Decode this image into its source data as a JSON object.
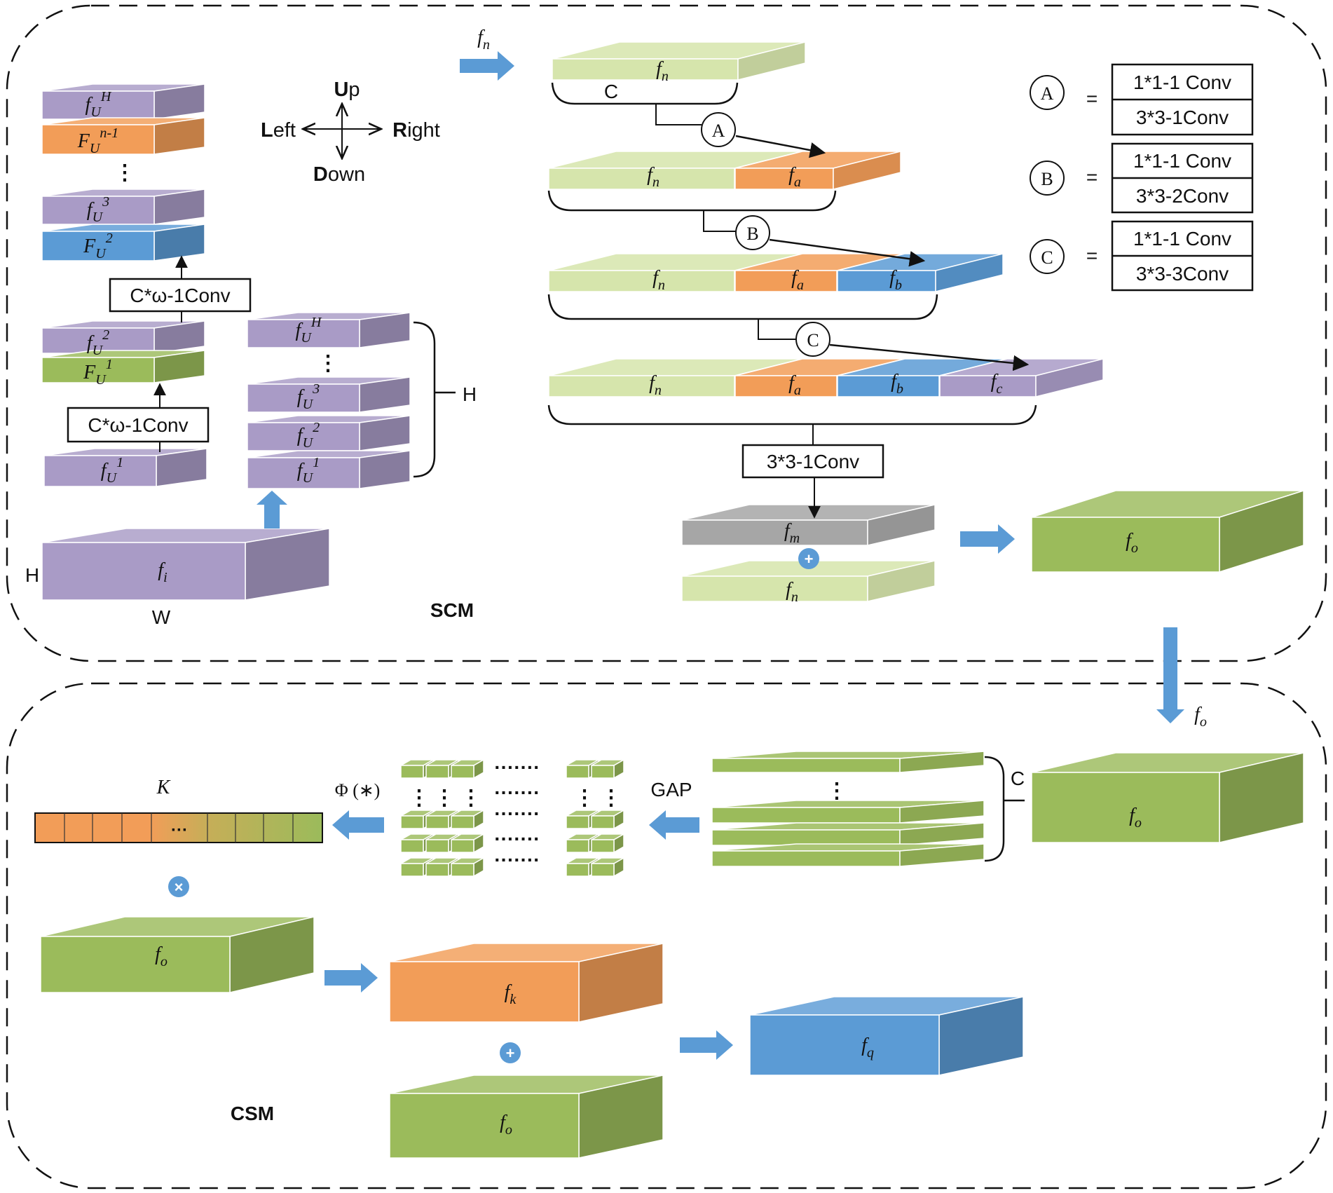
{
  "colors": {
    "purple": "#A99BC6",
    "orange": "#F29D58",
    "blue": "#5B9BD5",
    "lightgreen": "#D6E5AC",
    "green": "#9BBB5B",
    "gray": "#A6A6A6",
    "arrow_blue": "#5B9BD5"
  },
  "scm": {
    "title": "SCM",
    "stack": {
      "top": {
        "base": "f",
        "sub": "U",
        "sup": "H"
      },
      "second": {
        "base": "F",
        "sub": "U",
        "sup": "n-1"
      },
      "dots": "⋮",
      "third": {
        "base": "f",
        "sub": "U",
        "sup": "3"
      },
      "fourth": {
        "base": "F",
        "sub": "U",
        "sup": "2"
      },
      "fifth": {
        "base": "f",
        "sub": "U",
        "sup": "2"
      },
      "sixth": {
        "base": "F",
        "sub": "U",
        "sup": "1"
      },
      "bottom": {
        "base": "f",
        "sub": "U",
        "sup": "1"
      },
      "conv_upper": "C*ω-1Conv",
      "conv_lower": "C*ω-1Conv"
    },
    "slices": {
      "top": {
        "base": "f",
        "sub": "U",
        "sup": "H"
      },
      "dots": "⋮",
      "s3": {
        "base": "f",
        "sub": "U",
        "sup": "3"
      },
      "s2": {
        "base": "f",
        "sub": "U",
        "sup": "2"
      },
      "s1": {
        "base": "f",
        "sub": "U",
        "sup": "1"
      },
      "brace_label": "H"
    },
    "input": {
      "base": "f",
      "sub": "i",
      "height_label": "H",
      "width_label": "W"
    },
    "compass": {
      "up_bold": "U",
      "up_rest": "p",
      "down_bold": "D",
      "down_rest": "own",
      "left_bold": "L",
      "left_rest": "eft",
      "right_bold": "R",
      "right_rest": "ight"
    },
    "arrow_label": {
      "base": "f",
      "sub": "n"
    },
    "row0": {
      "base": "f",
      "sub": "n",
      "brace_label": "C"
    },
    "row1": [
      {
        "base": "f",
        "sub": "n"
      },
      {
        "base": "f",
        "sub": "a"
      }
    ],
    "row2": [
      {
        "base": "f",
        "sub": "n"
      },
      {
        "base": "f",
        "sub": "a"
      },
      {
        "base": "f",
        "sub": "b"
      }
    ],
    "row3": [
      {
        "base": "f",
        "sub": "n"
      },
      {
        "base": "f",
        "sub": "a"
      },
      {
        "base": "f",
        "sub": "b"
      },
      {
        "base": "f",
        "sub": "c"
      }
    ],
    "step_markers": [
      "A",
      "B",
      "C"
    ],
    "final_conv": "3*3-1Conv",
    "fm": {
      "base": "f",
      "sub": "m"
    },
    "plus": "+",
    "fn_bottom": {
      "base": "f",
      "sub": "n"
    },
    "output": {
      "base": "f",
      "sub": "o"
    },
    "legend": [
      {
        "marker": "A",
        "eq": "=",
        "top": "1*1-1 Conv",
        "bottom": "3*3-1Conv"
      },
      {
        "marker": "B",
        "eq": "=",
        "top": "1*1-1 Conv",
        "bottom": "3*3-2Conv"
      },
      {
        "marker": "C",
        "eq": "=",
        "top": "1*1-1 Conv",
        "bottom": "3*3-3Conv"
      }
    ]
  },
  "transfer_label": {
    "base": "f",
    "sub": "o"
  },
  "csm": {
    "title": "CSM",
    "input": {
      "base": "f",
      "sub": "o"
    },
    "channels_brace_label": "C",
    "channel_dots": "⋮",
    "gap_label": "GAP",
    "phi_label": "Φ (∗)",
    "k_label": "K",
    "k_dots": "···",
    "grid_dots": "·······",
    "grid_vdots": "⋮",
    "times": "×",
    "fo_left": {
      "base": "f",
      "sub": "o"
    },
    "fk": {
      "base": "f",
      "sub": "k"
    },
    "plus": "+",
    "fo_bottom": {
      "base": "f",
      "sub": "o"
    },
    "fq": {
      "base": "f",
      "sub": "q"
    }
  }
}
